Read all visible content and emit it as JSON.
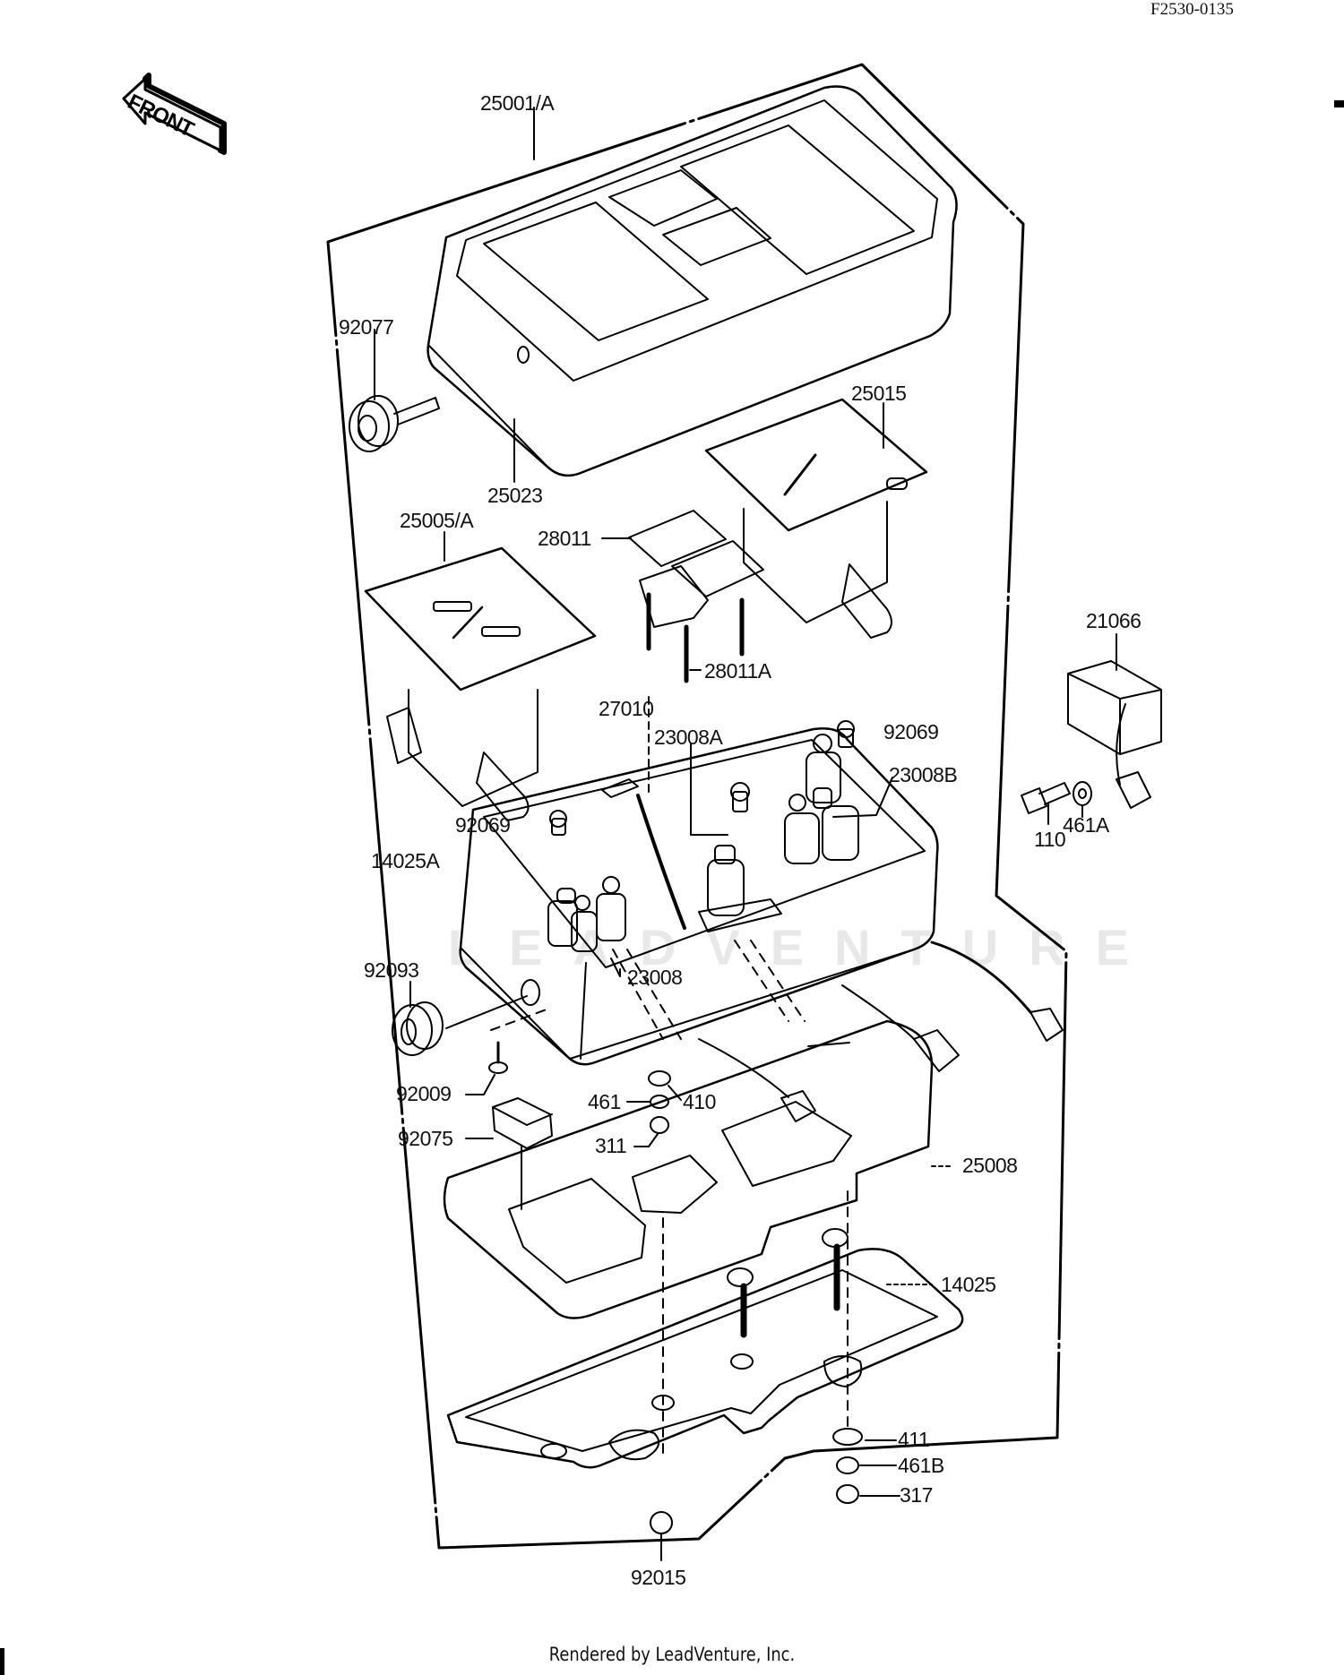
{
  "diagram": {
    "reference_code": "F2530-0135",
    "orientation_label": "FRONT",
    "watermark": "LEADVENTURE",
    "footer": "Rendered by LeadVenture, Inc.",
    "part_labels": {
      "p25001A": "25001/A",
      "p92077": "92077",
      "p25023": "25023",
      "p25015": "25015",
      "p25005A": "25005/A",
      "p28011": "28011",
      "p28011A": "28011A",
      "p21066": "21066",
      "p27010": "27010",
      "p23008A": "23008A",
      "p92069a": "92069",
      "p23008B": "23008B",
      "p92069b": "92069",
      "p14025A": "14025A",
      "p110": "110",
      "p461A": "461A",
      "p23008": "23008",
      "p92093": "92093",
      "p92009": "92009",
      "p461": "461",
      "p410": "410",
      "p92075": "92075",
      "p311": "311",
      "p25008": "25008",
      "p14025": "14025",
      "p411": "411",
      "p461B": "461B",
      "p317": "317",
      "p92015": "92015"
    }
  }
}
